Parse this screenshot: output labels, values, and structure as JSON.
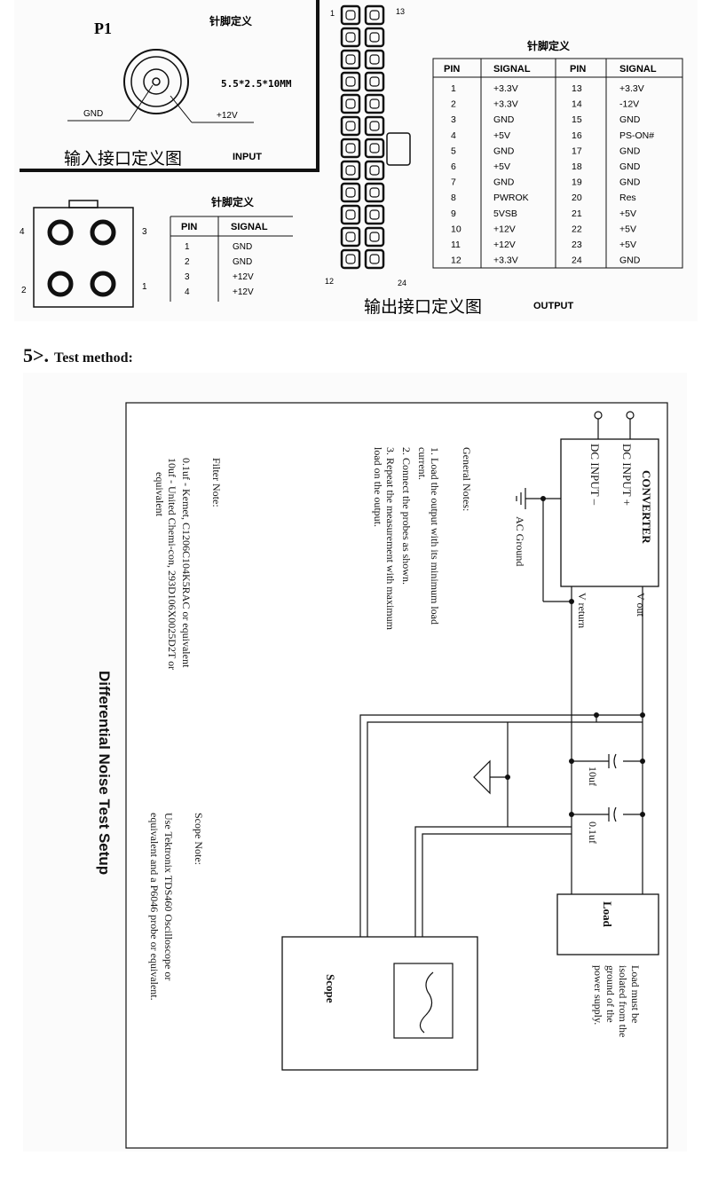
{
  "input_panel": {
    "title": "P1",
    "pin_def_title": "针脚定义",
    "size_spec": "5.5*2.5*10MM",
    "gnd_label": "GND",
    "v12_label": "+12V",
    "caption_cn": "输入接口定义图",
    "caption_en": "INPUT"
  },
  "connector4": {
    "title": "针脚定义",
    "pin_labels": [
      "4",
      "3",
      "2",
      "1"
    ],
    "headers": [
      "PIN",
      "SIGNAL"
    ],
    "rows": [
      [
        "1",
        "GND"
      ],
      [
        "2",
        "GND"
      ],
      [
        "3",
        "+12V"
      ],
      [
        "4",
        "+12V"
      ]
    ]
  },
  "connector24": {
    "pin_top_left": "1",
    "pin_top_right": "13",
    "pin_bottom_left": "12",
    "pin_bottom_right": "24",
    "caption_cn": "输出接口定义图",
    "caption_en": "OUTPUT"
  },
  "output_table": {
    "title": "针脚定义",
    "headers": [
      "PIN",
      "SIGNAL",
      "PIN",
      "SIGNAL"
    ],
    "rows": [
      [
        "1",
        "+3.3V",
        "13",
        "+3.3V"
      ],
      [
        "2",
        "+3.3V",
        "14",
        "-12V"
      ],
      [
        "3",
        "GND",
        "15",
        "GND"
      ],
      [
        "4",
        "+5V",
        "16",
        "PS-ON#"
      ],
      [
        "5",
        "GND",
        "17",
        "GND"
      ],
      [
        "6",
        "+5V",
        "18",
        "GND"
      ],
      [
        "7",
        "GND",
        "19",
        "GND"
      ],
      [
        "8",
        "PWROK",
        "20",
        "Res"
      ],
      [
        "9",
        "5VSB",
        "21",
        "+5V"
      ],
      [
        "10",
        "+12V",
        "22",
        "+5V"
      ],
      [
        "11",
        "+12V",
        "23",
        "+5V"
      ],
      [
        "12",
        "+3.3V",
        "24",
        "GND"
      ]
    ]
  },
  "section": {
    "number": "5>.",
    "title": "Test method:"
  },
  "diagram": {
    "converter": "CONVERTER",
    "dc_input_plus": "DC  INPUT +",
    "dc_input_minus": "DC  INPUT –",
    "v_out": "V out",
    "v_return": "V return",
    "ac_ground": "AC Ground",
    "cap_10uf": "10uf",
    "cap_01uf": "0.1uf",
    "load": "Load",
    "scope": "Scope",
    "diagram_title": "Differential Noise Test Setup",
    "general_notes_title": "General Notes:",
    "general_notes": [
      "1. Load the output with its minimum load",
      "current.",
      "2. Connect the probes as shown.",
      "3. Repeat the measurement with maximum",
      "load on the output."
    ],
    "filter_note_title": "Filter Note:",
    "filter_notes": [
      "0.1uf - Kemet, C1206C104K5RAC or equivalent",
      "10uf - United Chemi-con, 293D106X0025D2T or",
      "equivalent"
    ],
    "scope_note_title": "Scope Note:",
    "scope_notes": [
      "Use Tektronix TDS460 Oscilloscope or",
      "equivalent and a P6046 probe or equivalent."
    ],
    "load_note": [
      "Load must be",
      "isolated from the",
      "ground of the",
      "power supply."
    ]
  }
}
